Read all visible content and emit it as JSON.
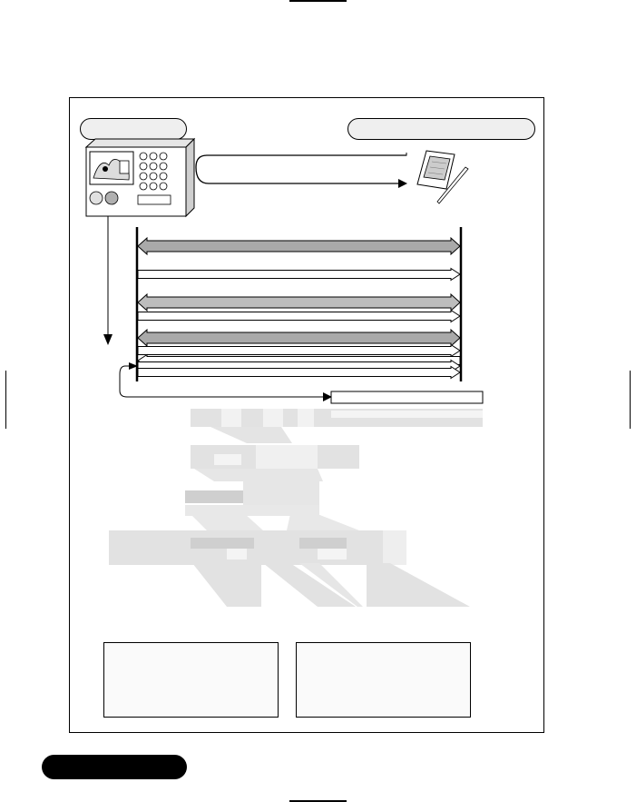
{
  "header": {
    "title": "",
    "subtitle": ""
  },
  "diagram": {
    "left_label": "",
    "right_label": "",
    "sync_label": "",
    "messages": [
      {
        "label": "",
        "direction": "both",
        "shade": "#a9a9a9"
      },
      {
        "label": "",
        "direction": "right",
        "shade": "#ffffff"
      },
      {
        "label": "",
        "direction": "both",
        "shade": "#bdbdbd"
      },
      {
        "label": "",
        "direction": "right",
        "shade": "#ffffff"
      },
      {
        "label": "",
        "direction": "both",
        "shade": "#a9a9a9"
      },
      {
        "label": "",
        "direction": "right",
        "shade": "#ffffff"
      },
      {
        "label": "",
        "direction": "left",
        "shade": "#ffffff"
      },
      {
        "label": "",
        "direction": "right",
        "shade": "#ffffff"
      },
      {
        "label": "",
        "direction": "right",
        "shade": "#ffffff"
      }
    ],
    "result_label": "",
    "notes": {
      "left": "",
      "right": ""
    }
  },
  "footer": {
    "section_tab": ""
  },
  "icons": {
    "server": "server-icon",
    "handheld": "handheld-device-icon"
  },
  "colors": {
    "arrow_dark": "#a9a9a9",
    "arrow_mid": "#bdbdbd",
    "region_gray": "#dcdcdc",
    "region_light": "#eeeeee",
    "pill_fill": "#efefef"
  }
}
